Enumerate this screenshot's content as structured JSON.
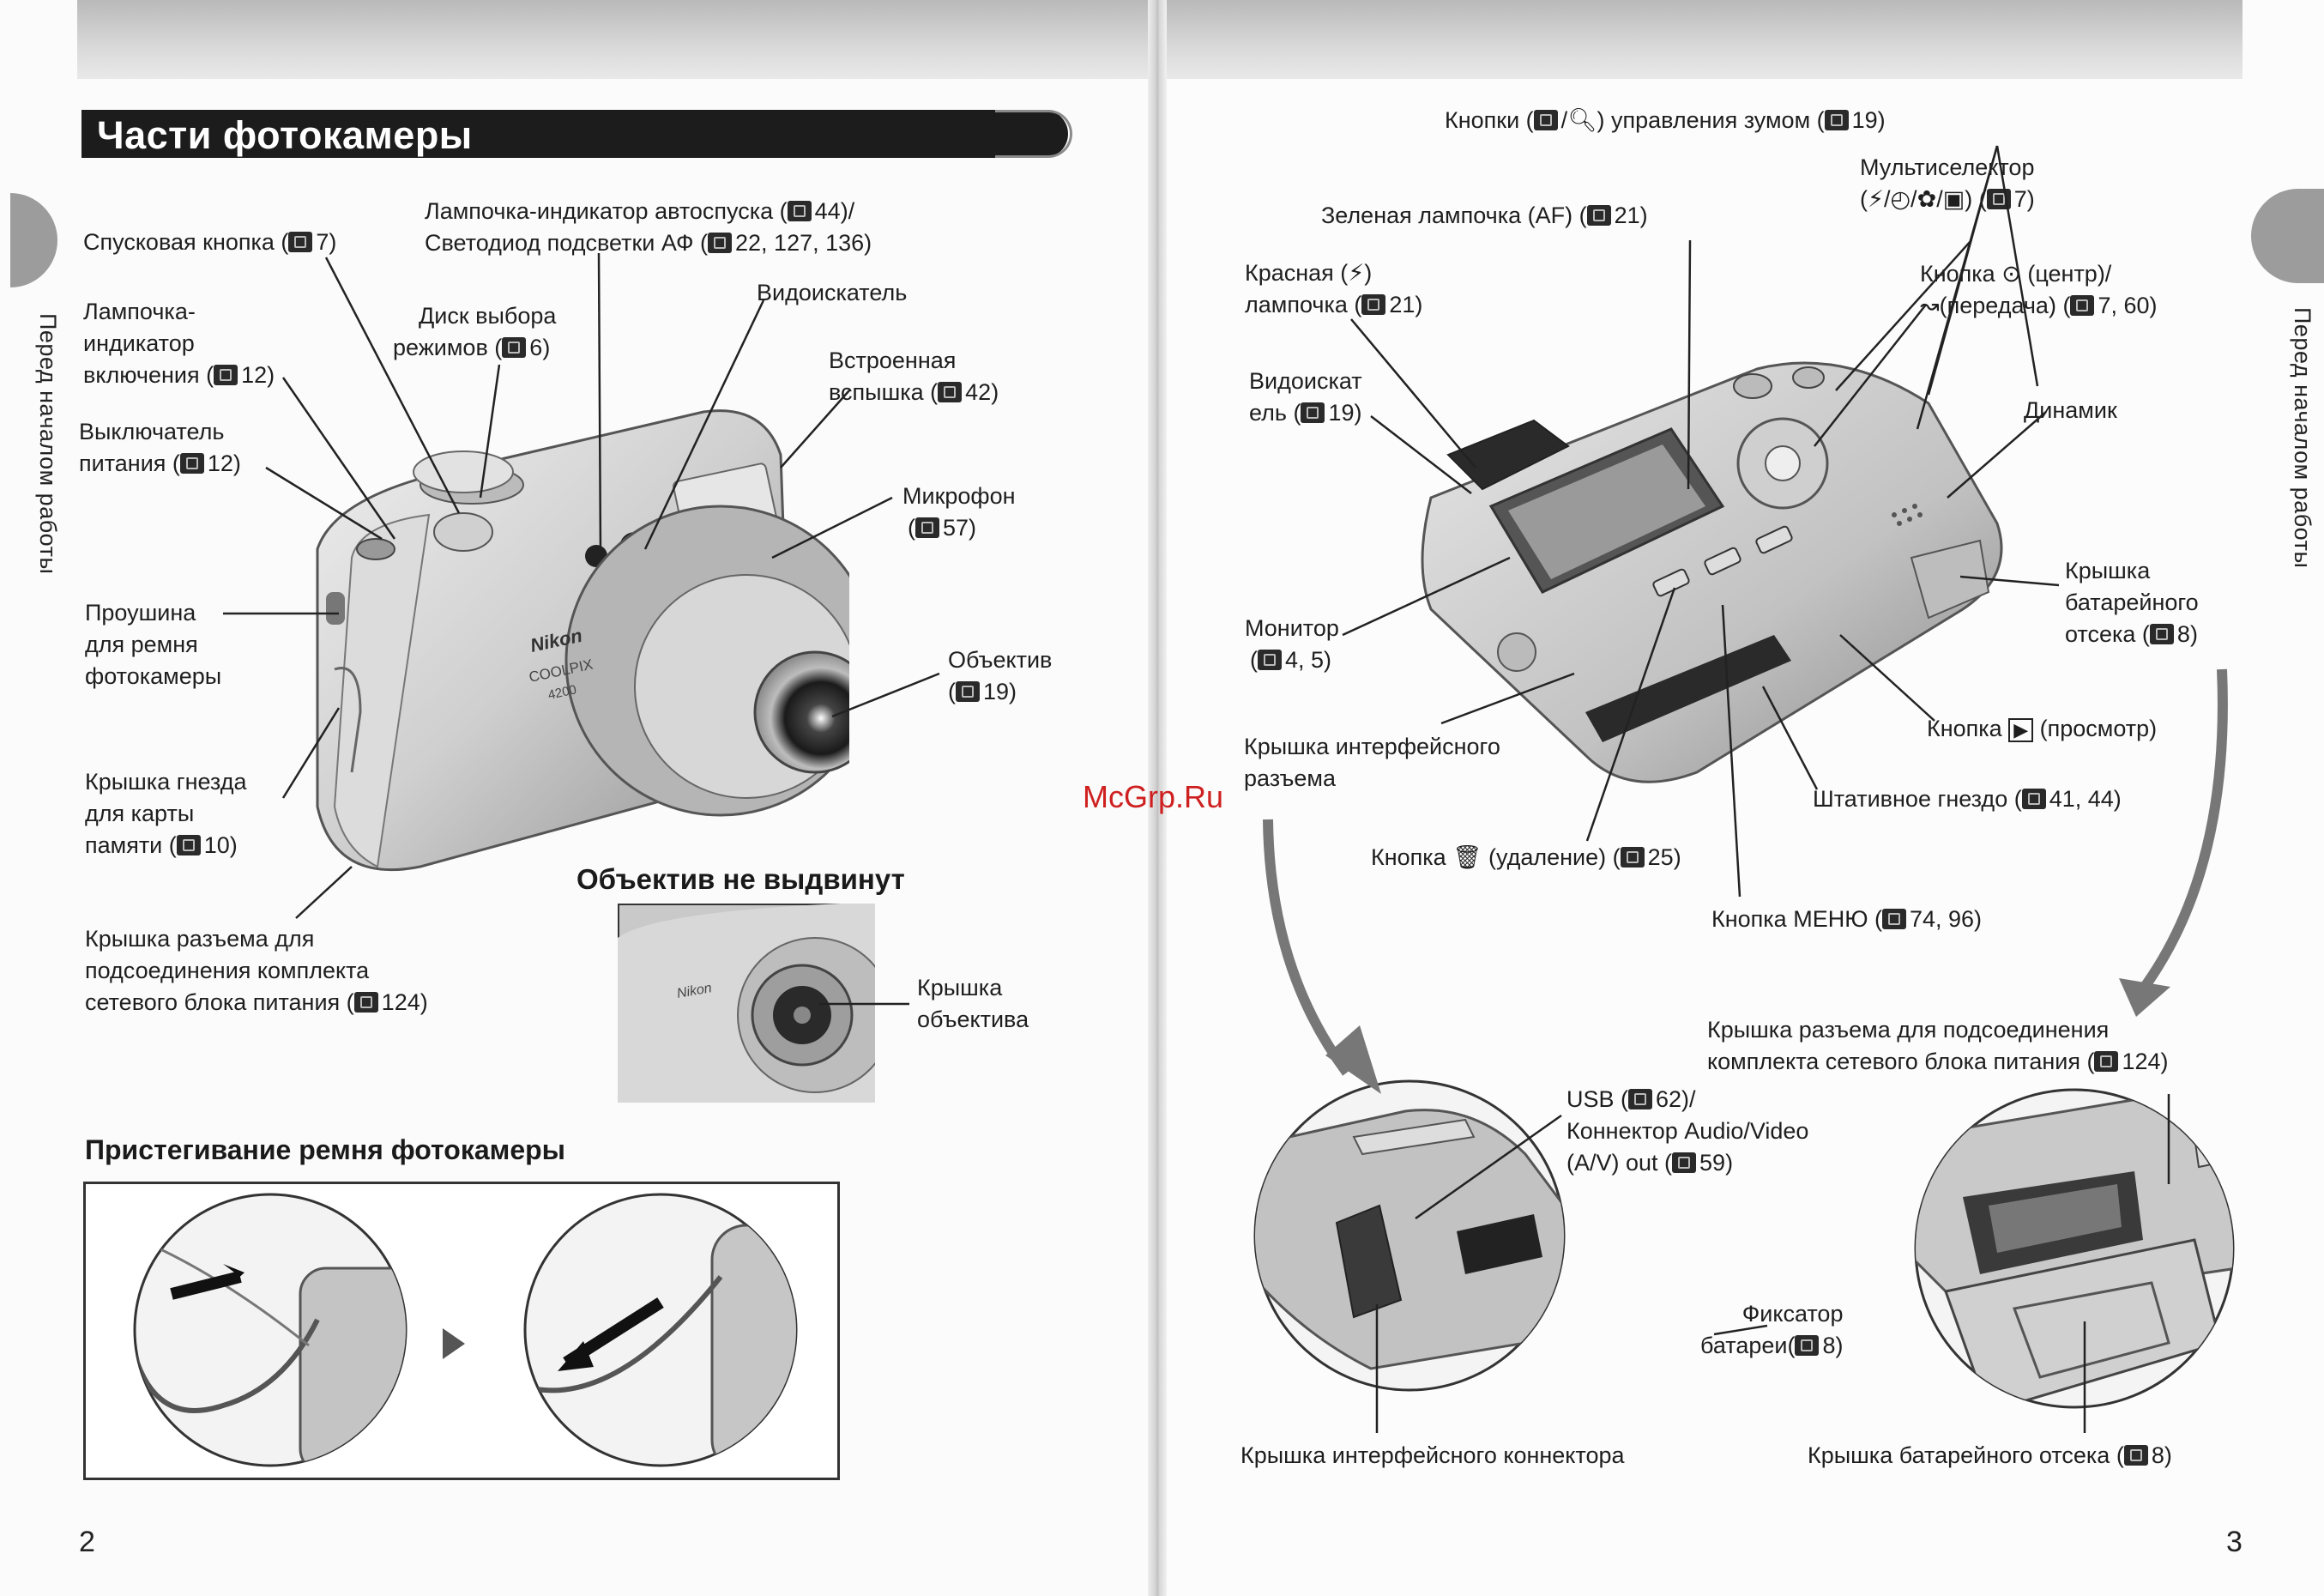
{
  "watermark": "McGrp.Ru",
  "left": {
    "title": "Части фотокамеры",
    "side_tab": "Перед началом работы",
    "page_number": "2",
    "labels": {
      "shutter_button": "Спусковая кнопка (",
      "shutter_ref": "7)",
      "power_lamp_1": "Лампочка-",
      "power_lamp_2": "индикатор",
      "power_lamp_3": "включения (",
      "power_lamp_ref": "12)",
      "power_switch_1": "Выключатель",
      "power_switch_2": "питания (",
      "power_switch_ref": "12)",
      "strap_eyelet_1": "Проушина",
      "strap_eyelet_2": "для ремня",
      "strap_eyelet_3": "фотокамеры",
      "card_cover_1": "Крышка гнезда",
      "card_cover_2": "для карты",
      "card_cover_3": "памяти (",
      "card_cover_ref": "10)",
      "ac_cover_1": "Крышка разъема для",
      "ac_cover_2": "подсоединения комплекта",
      "ac_cover_3": "сетевого блока питания (",
      "ac_cover_ref": "124)",
      "self_timer_1": "Лампочка-индикатор автоспуска (",
      "self_timer_ref1": "44)/",
      "self_timer_2": "Светодиод подсветки АФ (",
      "self_timer_ref2": "22, 127, 136)",
      "mode_dial_1": "Диск выбора",
      "mode_dial_2": "режимов (",
      "mode_dial_ref": "6)",
      "viewfinder": "Видоискатель",
      "flash_1": "Встроенная",
      "flash_2": "вспышка (",
      "flash_ref": "42)",
      "microphone_1": "Микрофон",
      "microphone_ref": "57)",
      "lens_1": "Объектив",
      "lens_ref": "19)",
      "lens_not_extended": "Объектив не выдвинут",
      "lens_cap_1": "Крышка",
      "lens_cap_2": "объектива",
      "strap_heading": "Пристегивание ремня фотокамеры",
      "camera_brand": "COOLPIX",
      "camera_model": "4200",
      "camera_maker": "Nikon"
    }
  },
  "right": {
    "side_tab": "Перед началом работы",
    "page_number": "3",
    "labels": {
      "zoom_1": "Кнопки (",
      "zoom_2": ") управления зумом (",
      "zoom_ref": "19)",
      "multi_1": "Мультиселектор",
      "multi_2": "(",
      "multi_ref": "7)",
      "green_lamp": "Зеленая лампочка (AF) (",
      "green_lamp_ref": "21)",
      "red_lamp_1": "Красная (",
      "red_lamp_1b": ")",
      "red_lamp_2": "лампочка (",
      "red_lamp_ref": "21)",
      "center_btn_1": "Кнопка",
      "center_btn_1b": "(центр)/",
      "center_btn_2": "(передача) (",
      "center_btn_ref": "7, 60)",
      "viewfinder_1": "Видоискат",
      "viewfinder_2": "ель (",
      "viewfinder_ref": "19)",
      "speaker": "Динамик",
      "monitor_1": "Монитор",
      "monitor_ref": "4, 5)",
      "battery_cover_1": "Крышка",
      "battery_cover_2": "батарейного",
      "battery_cover_3": "отсека (",
      "battery_cover_ref": "8)",
      "play_btn_1": "Кнопка",
      "play_btn_2": "(просмотр)",
      "interface_cover_1": "Крышка интерфейсного",
      "interface_cover_2": "разъема",
      "tripod": "Штативное гнездо (",
      "tripod_ref": "41, 44)",
      "delete_1": "Кнопка",
      "delete_2": "(удаление) (",
      "delete_ref": "25)",
      "menu_btn": "Кнопка МЕНЮ (",
      "menu_ref": "74, 96)",
      "ac_cover_1": "Крышка разъема для подсоединения",
      "ac_cover_2": "комплекта сетевого блока питания (",
      "ac_cover_ref": "124)",
      "usb_1": "USB (",
      "usb_ref": "62)/",
      "usb_2": "Коннектор Audio/Video",
      "usb_3": "(A/V) out (",
      "usb_ref2": "59)",
      "battery_latch_1": "Фиксатор",
      "battery_latch_2": "батареи(",
      "battery_latch_ref": "8)",
      "interface_connector_cover": "Крышка интерфейсного коннектора",
      "battery_chamber_cover": "Крышка батарейного отсека (",
      "battery_chamber_ref": "8)"
    }
  }
}
